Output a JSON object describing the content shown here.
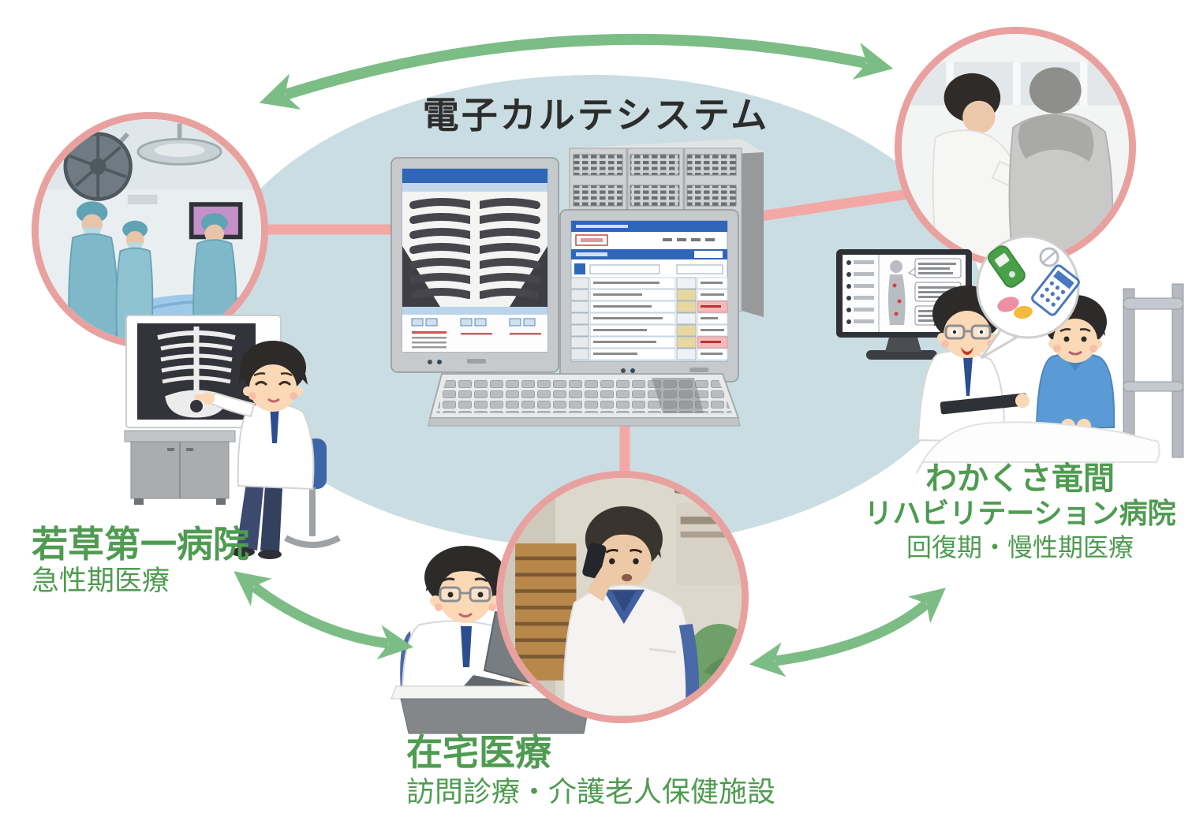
{
  "title": "電子カルテシステム",
  "facilities": {
    "acute": {
      "name": "若草第一病院",
      "care_type": "急性期医療"
    },
    "rehab": {
      "name_line1": "わかくさ竜間",
      "name_line2": "リハビリテーション病院",
      "care_type": "回復期・慢性期医療"
    },
    "home": {
      "name": "在宅医療",
      "care_type": "訪問診療・介護老人保健施設"
    }
  },
  "scenes": {
    "center": "emr-dual-monitor-workstation-with-server-rack",
    "top_left_photo": "operating-room-surgery-photo",
    "top_right_photo": "rehabilitation-assist-photo",
    "bottom_photo": "home-care-nurse-on-phone-photo",
    "left_illustration": "doctor-pointing-at-xray-screen",
    "bottom_left_illustration": "doctor-typing-on-laptop",
    "right_illustration": "doctor-bedside-consult-with-patient"
  },
  "colors": {
    "ellipse_fill": "#cadde2",
    "connector_pink": "#f3a8a5",
    "circle_border_pink": "#e8a19e",
    "arrow_green": "#7cbd85",
    "label_green": "#4f9b51",
    "title_color": "#2d2d2d"
  }
}
